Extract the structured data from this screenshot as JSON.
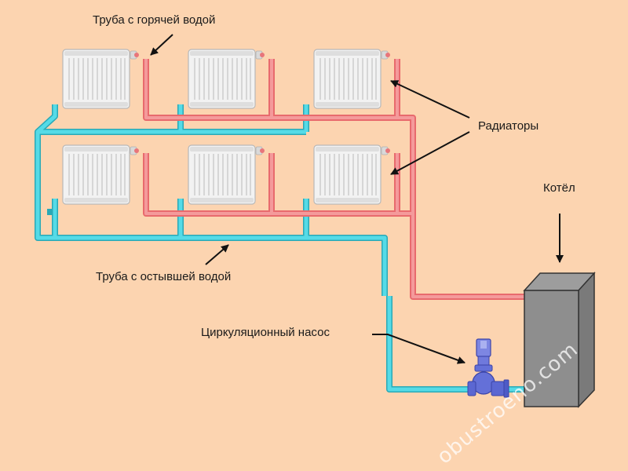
{
  "labels": {
    "hot_pipe": "Труба с горячей водой",
    "radiators": "Радиаторы",
    "boiler": "Котёл",
    "cold_pipe": "Труба с остывшей водой",
    "pump": "Циркуляционный насос"
  },
  "watermark": "obustroeno.com",
  "colors": {
    "background": "#fcd4b0",
    "hot_pipe": "#ef7f80",
    "cold_pipe": "#4fd7e3",
    "boiler": "#8f8f8f",
    "pump": "#6470d8",
    "radiator": "#ececec",
    "arrow": "#111111"
  },
  "icons": [
    "radiator-icon",
    "boiler-icon",
    "pump-icon",
    "arrow-icon"
  ]
}
